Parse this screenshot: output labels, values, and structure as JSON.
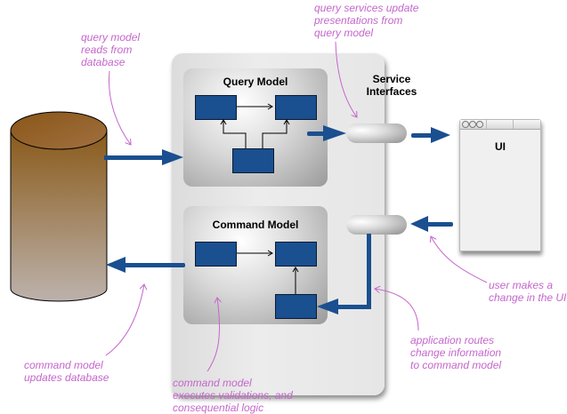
{
  "diagram": {
    "service_interfaces_title": "Service\nInterfaces",
    "query_model": {
      "title": "Query Model"
    },
    "command_model": {
      "title": "Command Model"
    },
    "ui_window": {
      "label": "UI"
    },
    "database": {
      "label": ""
    }
  },
  "annotations": {
    "query_reads": "query model\nreads from\ndatabase",
    "query_services": "query services update\npresentations from\nquery model",
    "user_change": "user makes a\nchange in the UI",
    "app_routes": "application routes\nchange information\nto command model",
    "command_updates": "command model\nupdates database",
    "command_executes": "command model\nexecutes validations, and\nconsequential logic"
  },
  "colors": {
    "arrow_blue": "#1a4f90",
    "annotation_pink": "#c566cc",
    "database_top": "#8a5a1a",
    "database_bottom": "#b8aca4"
  }
}
